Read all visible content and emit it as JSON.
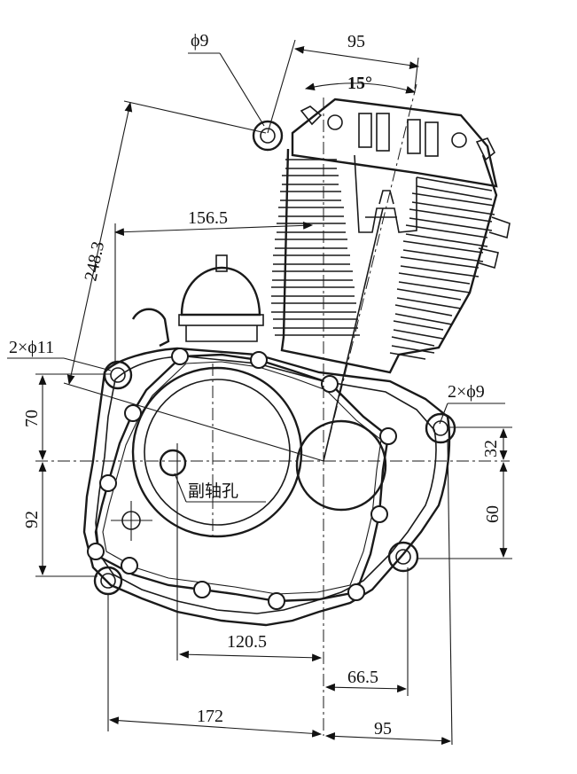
{
  "dimensions": {
    "top_width": "95",
    "angle": "15°",
    "mount_hole_top": "ϕ9",
    "diagonal": "248.3",
    "width_156": "156.5",
    "holes_left": "2×ϕ11",
    "holes_right": "2×ϕ9",
    "left_70": "70",
    "left_92": "92",
    "right_32": "32",
    "right_60": "60",
    "bottom_120": "120.5",
    "bottom_66": "66.5",
    "bottom_172": "172",
    "bottom_95": "95"
  },
  "labels": {
    "countershaft_hole": "副轴孔"
  }
}
